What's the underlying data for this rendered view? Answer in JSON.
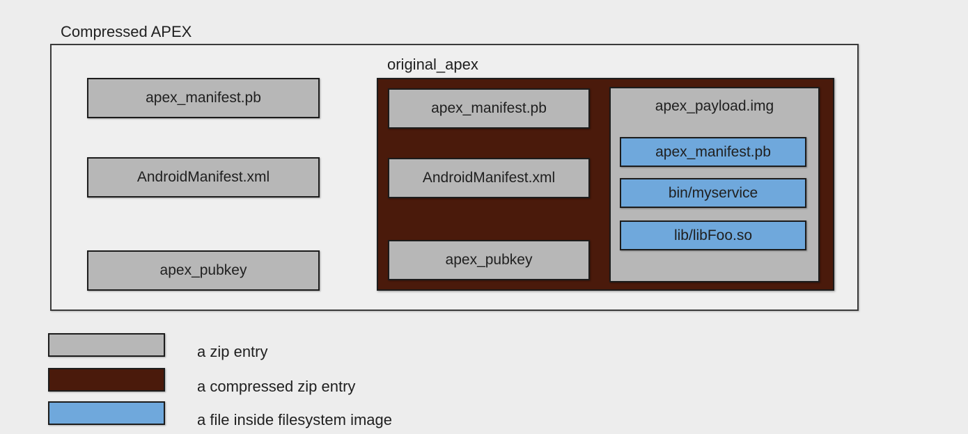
{
  "diagram": {
    "title": "Compressed APEX",
    "outer_zip_entries": [
      "apex_manifest.pb",
      "AndroidManifest.xml",
      "apex_pubkey"
    ],
    "original_apex": {
      "label": "original_apex",
      "zip_entries": [
        "apex_manifest.pb",
        "AndroidManifest.xml",
        "apex_pubkey"
      ],
      "payload": {
        "label": "apex_payload.img",
        "files": [
          "apex_manifest.pb",
          "bin/myservice",
          "lib/libFoo.so"
        ]
      }
    }
  },
  "legend": {
    "items": [
      {
        "label": "a zip entry",
        "color": "#b7b7b7"
      },
      {
        "label": "a compressed zip entry",
        "color": "#4a1a0b"
      },
      {
        "label": "a file inside filesystem image",
        "color": "#6fa8dc"
      }
    ]
  },
  "colors": {
    "background": "#ededed",
    "zip_entry": "#b7b7b7",
    "compressed_zip_entry": "#4a1a0b",
    "filesystem_file": "#6fa8dc",
    "border": "#1c1c1c"
  }
}
